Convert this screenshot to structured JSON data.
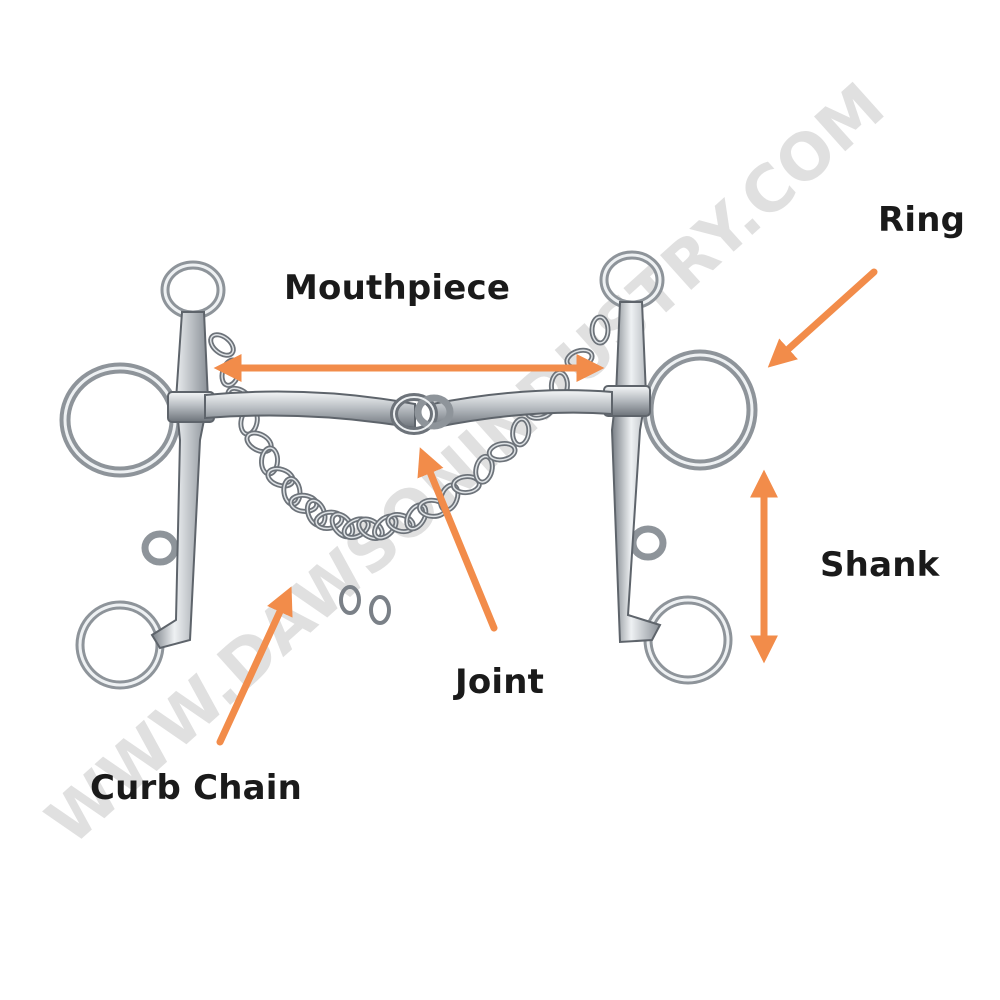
{
  "labels": {
    "mouthpiece": "Mouthpiece",
    "ring": "Ring",
    "shank": "Shank",
    "joint": "Joint",
    "curb_chain": "Curb Chain"
  },
  "watermark": "WWW.DAWSONINDUSTRY.COM",
  "colors": {
    "arrow": "#F28C4A",
    "metal": "#A9AFB5",
    "metal_dark": "#5E646B",
    "metal_light": "#EEF1F3",
    "label_text": "#1A1A1A",
    "watermark": "#D5D5D5"
  }
}
